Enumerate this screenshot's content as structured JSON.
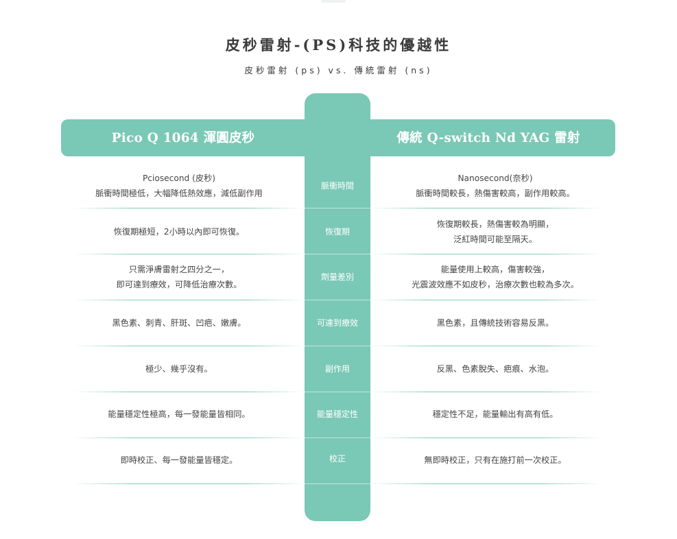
{
  "title": "皮秒雷射-(PS)科技的優越性",
  "subtitle": "皮秒雷射 (ps) vs. 傳統雷射 (ns)",
  "colors": {
    "accent": "#7ac8b6",
    "text": "#3f3f3f"
  },
  "header": {
    "left": "Pico Q 1064 渾圓皮秒",
    "right": "傳統 Q-switch Nd YAG 雷射"
  },
  "rows": [
    {
      "category": "脈衝時間",
      "left": [
        "Pciosecond (皮秒)",
        "脈衝時間極低，大幅降低熱效應，減低副作用"
      ],
      "right": [
        "Nanosecond(奈秒)",
        "脈衝時間較長，熱傷害較高，副作用較高。"
      ]
    },
    {
      "category": "恢復期",
      "left": [
        "恢復期極短，2小時以內即可恢復。"
      ],
      "right": [
        "恢復期較長，熱傷害較為明顯，",
        "泛紅時間可能至隔天。"
      ]
    },
    {
      "category": "劑量差別",
      "left": [
        "只需淨膚雷射之四分之一，",
        "即可達到療效，可降低治療次數。"
      ],
      "right": [
        "能量使用上較高，傷害較強，",
        "光震波效應不如皮秒，治療次數也較為多次。"
      ]
    },
    {
      "category": "可達到療效",
      "left": [
        "黑色素、刺青、肝斑、凹疤、嫩膚。"
      ],
      "right": [
        "黑色素，且傳統技術容易反黑。"
      ]
    },
    {
      "category": "副作用",
      "left": [
        "極少、幾乎沒有。"
      ],
      "right": [
        "反黑、色素脫失、疤痕、水泡。"
      ]
    },
    {
      "category": "能量穩定性",
      "left": [
        "能量穩定性極高，每一發能量皆相同。"
      ],
      "right": [
        "穩定性不足，能量輸出有高有低。"
      ]
    },
    {
      "category": "校正",
      "left": [
        "即時校正、每一發能量皆穩定。"
      ],
      "right": [
        "無即時校正，只有在施打前一次校正。"
      ]
    }
  ]
}
